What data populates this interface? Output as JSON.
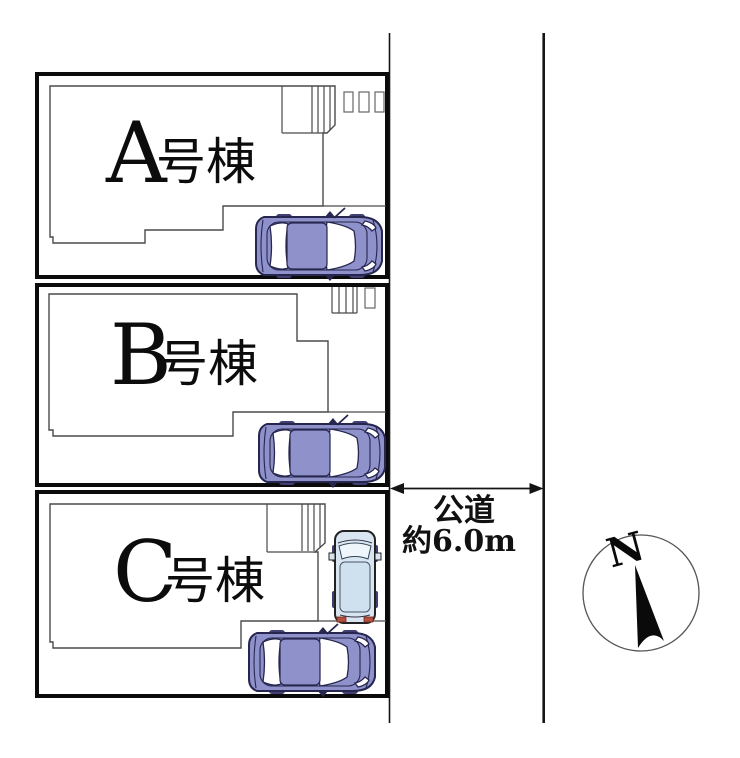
{
  "page": {
    "background": "#ffffff"
  },
  "site_plan": {
    "lots": [
      {
        "id": "A",
        "letter": "A",
        "suffix": "号棟",
        "vehicles": [
          "sedan"
        ]
      },
      {
        "id": "B",
        "letter": "B",
        "suffix": "号棟",
        "vehicles": [
          "sedan"
        ]
      },
      {
        "id": "C",
        "letter": "C",
        "suffix": "号棟",
        "vehicles": [
          "van",
          "sedan"
        ]
      }
    ],
    "road": {
      "label": "公道",
      "width": "約6.0m"
    },
    "compass": {
      "label": "N"
    },
    "colors": {
      "outline": "#141414",
      "building_outline": "#4a4a4a",
      "sedan_body": "#8e91ca",
      "sedan_outline": "#26264f",
      "van_body": "#d9e6f2",
      "van_glass": "#cfe0ee",
      "taillight": "#b35040"
    }
  }
}
